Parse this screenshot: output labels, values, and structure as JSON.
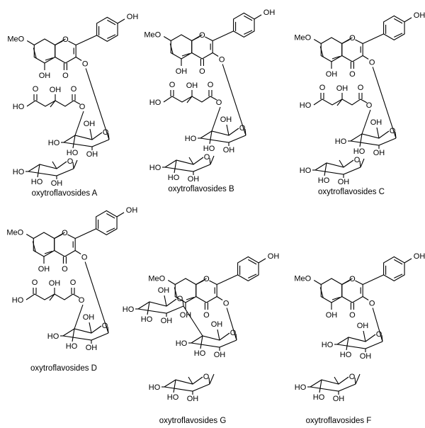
{
  "atoms": {
    "meo": "MeO",
    "oh": "OH",
    "ho": "HO",
    "o": "O"
  },
  "structures": [
    {
      "id": "A",
      "caption": "oxytroflavosides A"
    },
    {
      "id": "B",
      "caption": "oxytroflavosides B"
    },
    {
      "id": "C",
      "caption": "oxytroflavosides C"
    },
    {
      "id": "D",
      "caption": "oxytroflavosides D"
    },
    {
      "id": "G",
      "caption": "oxytroflavosides G"
    },
    {
      "id": "F",
      "caption": "oxytroflavosides F"
    }
  ]
}
